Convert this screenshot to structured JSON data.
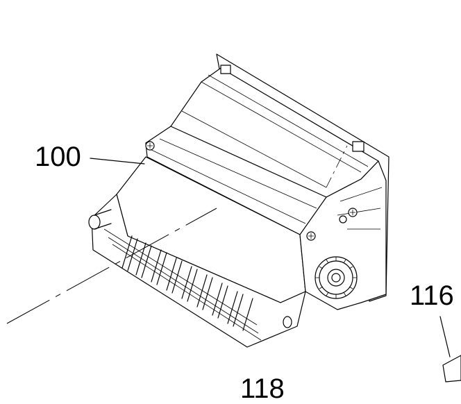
{
  "callouts": {
    "assembly": "100",
    "part_right": "116",
    "part_bottom": "118"
  }
}
